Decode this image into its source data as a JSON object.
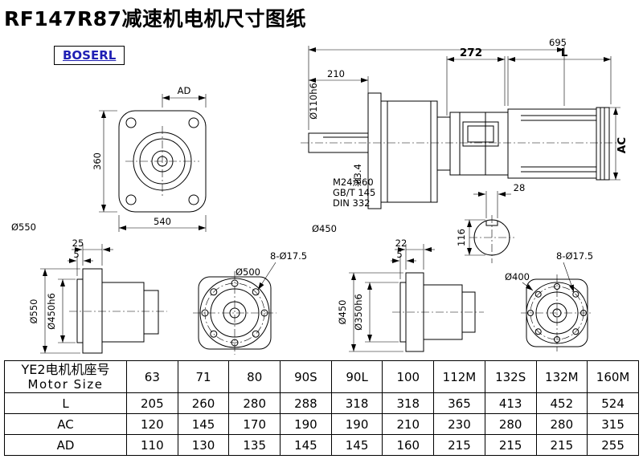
{
  "page": {
    "title": "RF147R87减速机电机尺寸图纸",
    "logo": "BOSERL",
    "accent_color": "#1f1fb4"
  },
  "drawing": {
    "dims": {
      "d695": "695",
      "d210": "210",
      "d272": "272",
      "dL": "L",
      "dAC": "AC",
      "dAD": "AD",
      "d360": "360",
      "d540": "540",
      "dia550_front": "Ø550",
      "dia110": "Ø110h6",
      "m24": "M24深60",
      "gbt": "GB/T 145",
      "din": "DIN 332",
      "d334": "33.4",
      "dia450_side": "Ø450",
      "d28": "28",
      "d116": "116"
    },
    "flange": {
      "d25": "25",
      "d5a": "5",
      "dia550_v": "Ø550",
      "dia450h6": "Ø450h6",
      "dia500": "Ø500",
      "holes1": "8-Ø17.5",
      "d22": "22",
      "d5b": "5",
      "dia450_v": "Ø450",
      "dia350h6": "Ø350h6",
      "dia400": "Ø400",
      "holes2": "8-Ø17.5"
    }
  },
  "table": {
    "header_line1": "YE2电机机座号",
    "header_line2": "Motor Size",
    "columns": [
      "63",
      "71",
      "80",
      "90S",
      "90L",
      "100",
      "112M",
      "132S",
      "132M",
      "160M"
    ],
    "rows": [
      {
        "label": "L",
        "values": [
          "205",
          "260",
          "280",
          "288",
          "318",
          "318",
          "365",
          "413",
          "452",
          "524"
        ]
      },
      {
        "label": "AC",
        "values": [
          "120",
          "145",
          "170",
          "190",
          "190",
          "210",
          "230",
          "280",
          "280",
          "315"
        ]
      },
      {
        "label": "AD",
        "values": [
          "110",
          "130",
          "135",
          "145",
          "145",
          "160",
          "215",
          "215",
          "215",
          "255"
        ]
      }
    ]
  }
}
